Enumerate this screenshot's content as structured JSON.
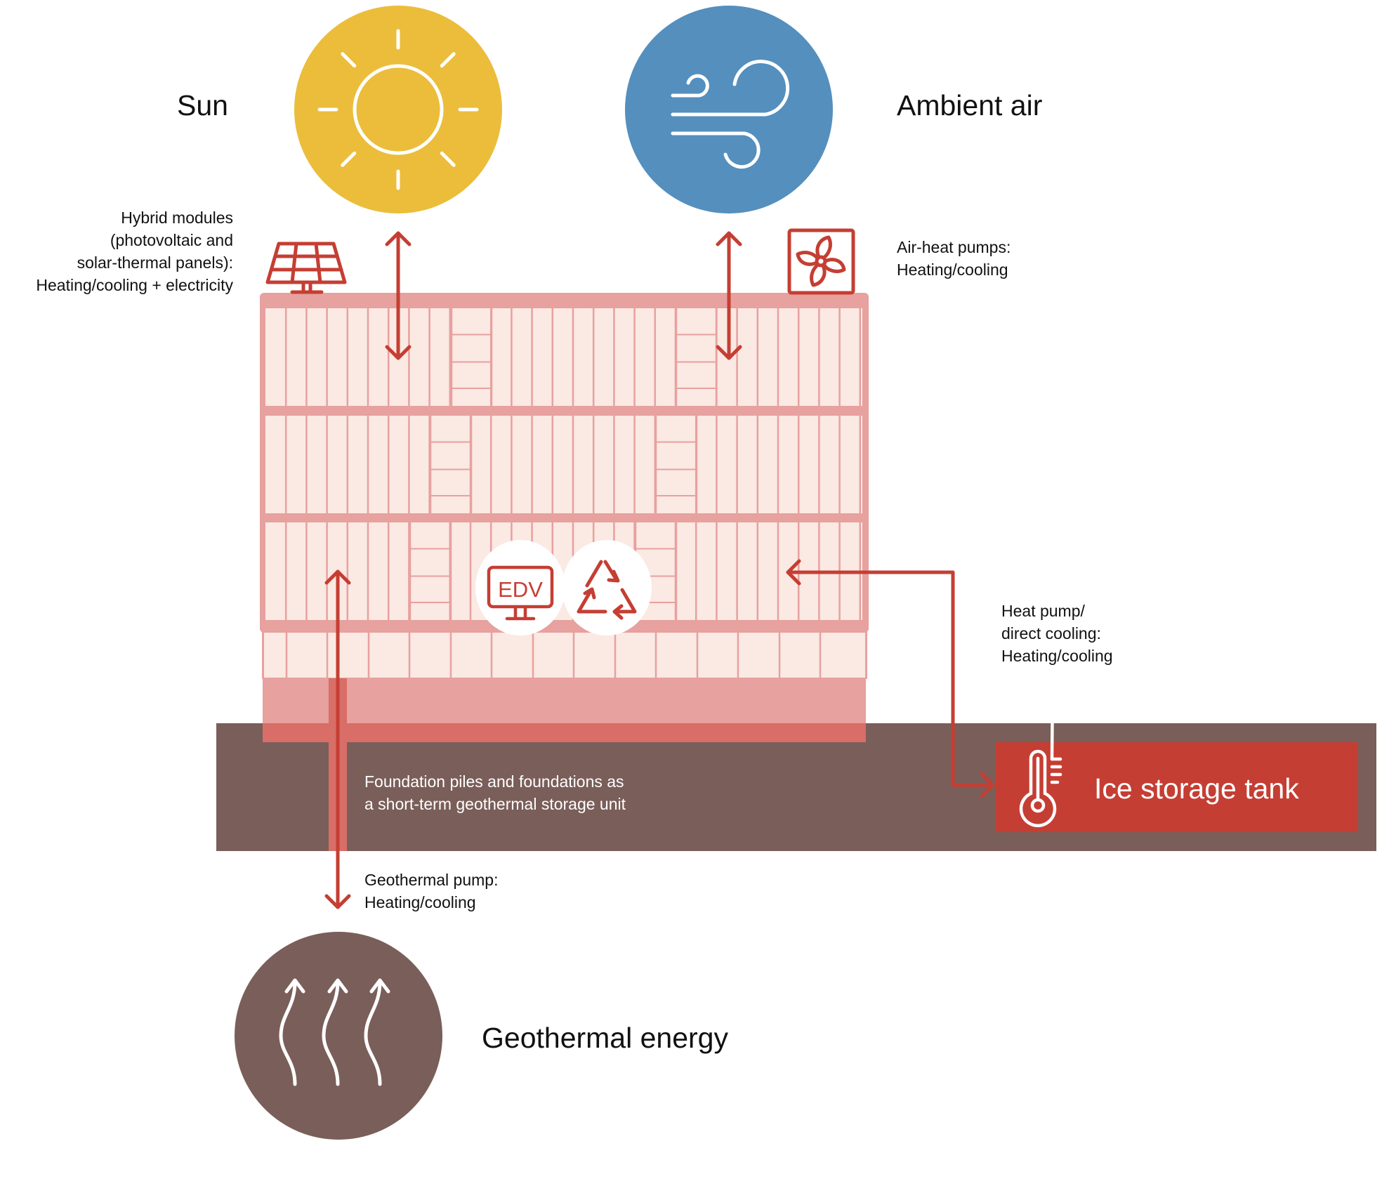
{
  "diagram": {
    "type": "energy-flow-diagram",
    "colors": {
      "sun": "#EBBD3A",
      "air": "#548FBE",
      "earth": "#7A5E59",
      "accent_red": "#C53E33",
      "building_frame": "#E7A19F",
      "building_panel": "#FBE9E3",
      "foundation": "#D86E67"
    }
  },
  "sources": {
    "sun": {
      "label": "Sun",
      "icon": "sun-icon"
    },
    "air": {
      "label": "Ambient air",
      "icon": "wind-icon"
    },
    "geothermal": {
      "label": "Geothermal energy",
      "icon": "rising-heat-icon"
    }
  },
  "annotations": {
    "hybrid_modules": "Hybrid modules\n(photovoltaic and\nsolar-thermal panels):\nHeating/cooling + electricity",
    "air_heat_pumps": "Air-heat pumps:\nHeating/cooling",
    "heat_pump_direct": "Heat pump/\ndirect cooling:\nHeating/cooling",
    "foundation": "Foundation piles and foundations as\na short-term geothermal storage unit",
    "geothermal_pump": "Geothermal pump:\nHeating/cooling"
  },
  "building_icons": {
    "solar_panel": "solar-panel-icon",
    "fan": "fan-icon",
    "computer": {
      "icon": "monitor-icon",
      "text": "EDV"
    },
    "recycle": "recycle-icon"
  },
  "ice_tank": {
    "label": "Ice storage tank",
    "icon": "thermometer-icon"
  },
  "flows": [
    {
      "from": "sun",
      "to": "building",
      "direction": "bidirectional"
    },
    {
      "from": "air",
      "to": "building",
      "direction": "bidirectional"
    },
    {
      "from": "geothermal",
      "to": "building",
      "direction": "bidirectional"
    },
    {
      "from": "ice_tank",
      "to": "building",
      "direction": "bidirectional"
    }
  ]
}
